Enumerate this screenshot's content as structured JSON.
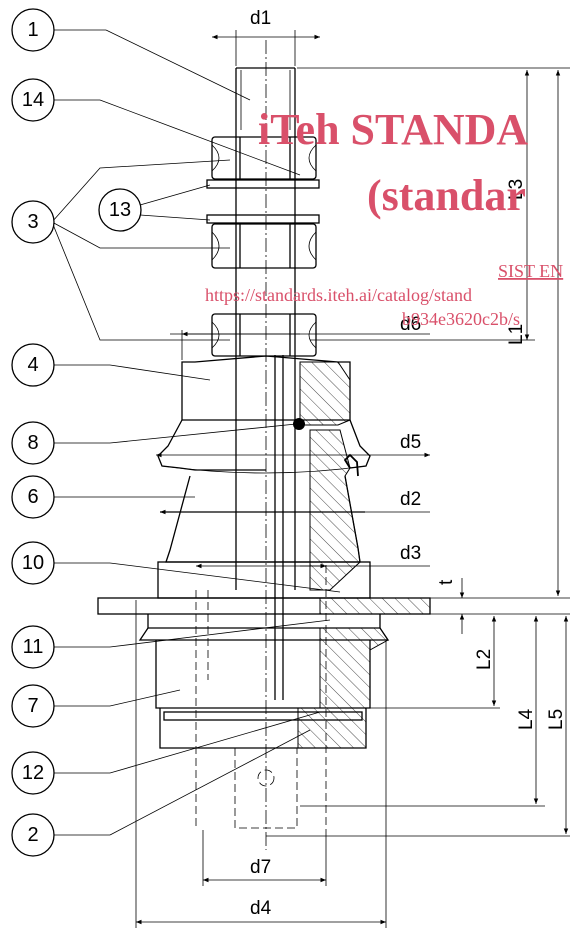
{
  "callouts": [
    "1",
    "14",
    "3",
    "13",
    "4",
    "8",
    "6",
    "10",
    "11",
    "7",
    "12",
    "2"
  ],
  "dimensions": {
    "d1": "d1",
    "d6": "d6",
    "d5": "d5",
    "d2": "d2",
    "d3": "d3",
    "d7": "d7",
    "d4": "d4",
    "L3": "L3",
    "L1": "L1",
    "L2": "L2",
    "L4": "L4",
    "L5": "L5",
    "t": "t"
  },
  "watermark": {
    "line1": "iTeh STANDA",
    "line2": "(standar",
    "line3": "SIST EN",
    "line4": "https://standards.iteh.ai/catalog/stand",
    "line5": "b934e3620c2b/s"
  },
  "colors": {
    "line": "#000000",
    "watermark": "#d9506a"
  }
}
